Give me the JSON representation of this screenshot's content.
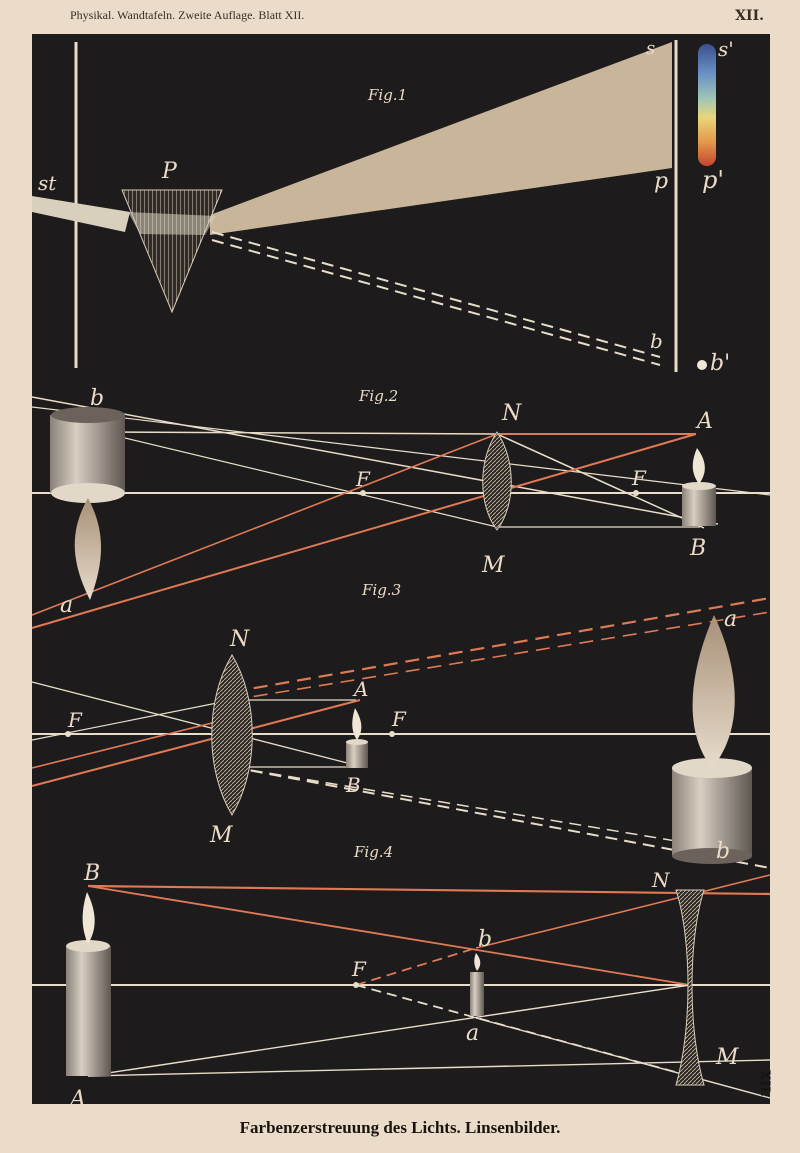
{
  "header": {
    "left": "Physikal. Wandtafeln.  Zweite Auflage.  Blatt XII.",
    "right": "XII."
  },
  "footer": {
    "title": "Farbenzerstreuung des Lichts.  Linsenbilder."
  },
  "side_mark": "XII.",
  "figures": {
    "fig1": "Fig.1",
    "fig2": "Fig.2",
    "fig3": "Fig.3",
    "fig4": "Fig.4"
  },
  "fig1_labels": {
    "st": "st",
    "P": "P",
    "s": "s",
    "s_prime": "s'",
    "p": "p",
    "p_prime": "p'",
    "b": "b",
    "b_prime": "b'"
  },
  "fig2_labels": {
    "b": "b",
    "a": "a",
    "F1": "F",
    "F2": "F",
    "N": "N",
    "M": "M",
    "A": "A",
    "B": "B"
  },
  "fig3_labels": {
    "N": "N",
    "M": "M",
    "F1": "F",
    "F2": "F",
    "A": "A",
    "B": "B",
    "a": "a",
    "b": "b"
  },
  "fig4_labels": {
    "B": "B",
    "A": "A",
    "F": "F",
    "b": "b",
    "a": "a",
    "N": "N",
    "M": "M"
  },
  "colors": {
    "background": "#1d1b1c",
    "paper": "#eadcc8",
    "light_ray": "#e8ddc8",
    "red_ray": "#e07a55",
    "beam": "#c8b59a"
  }
}
